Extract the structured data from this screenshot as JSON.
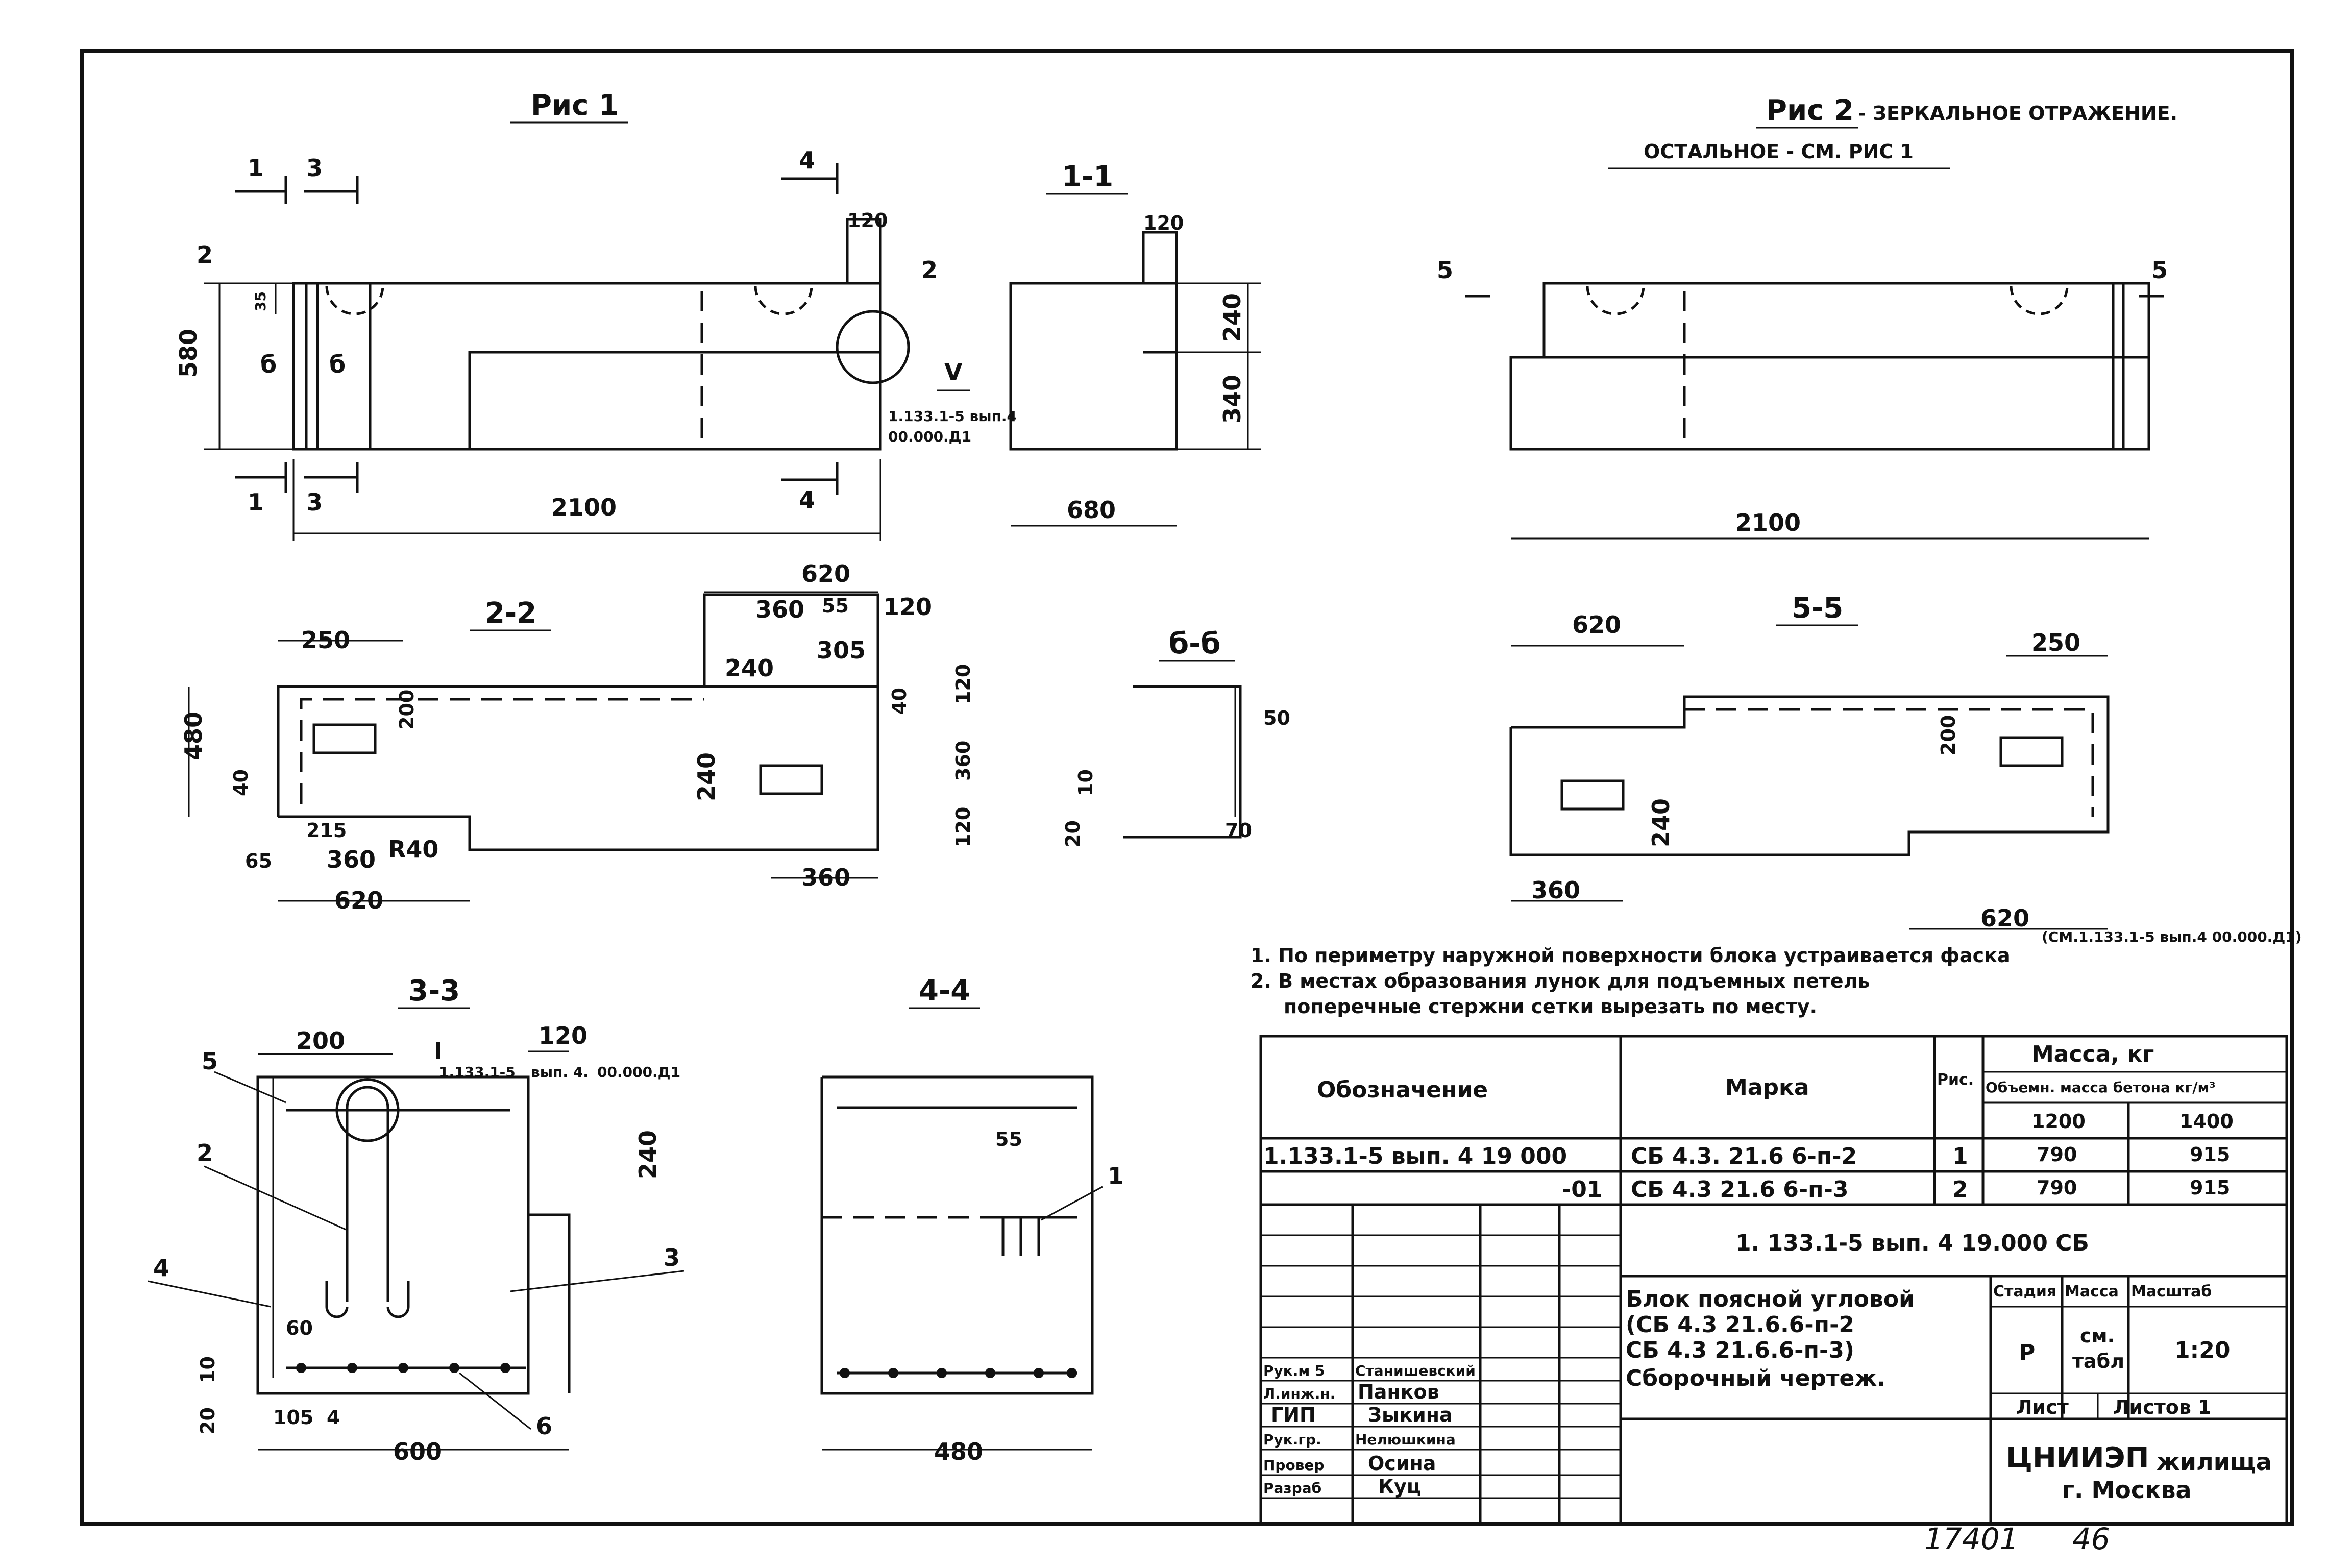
{
  "views": {
    "fig1_title": "Рис 1",
    "fig2_title": "Рис 2",
    "fig2_note1": "- ЗЕРКАЛЬНОЕ ОТРАЖЕНИЕ.",
    "fig2_note2": "ОСТАЛЬНОЕ - СМ. РИС 1",
    "sec_1_1": "1-1",
    "sec_2_2": "2-2",
    "sec_3_3": "3-3",
    "sec_4_4": "4-4",
    "sec_5_5": "5-5",
    "sec_b_b": "б-б"
  },
  "cut_marks": {
    "c1": "1",
    "c2": "2",
    "c3": "3",
    "c4": "4",
    "c5": "5",
    "cb": "б",
    "cV": "V",
    "cI": "I"
  },
  "dimensions": {
    "d35": "35",
    "d580": "580",
    "d2100": "2100",
    "d120": "120",
    "d240": "240",
    "d340": "340",
    "d680": "680",
    "d620": "620",
    "d360": "360",
    "d55": "55",
    "d305": "305",
    "d250": "250",
    "d480": "480",
    "d200": "200",
    "d40": "40",
    "d215": "215",
    "d65": "65",
    "dR40": "R40",
    "d10": "10",
    "d20": "20",
    "d50": "50",
    "d70": "70",
    "d60": "60",
    "d105": "105",
    "d4": "4",
    "d600": "600",
    "d120b": "120"
  },
  "refs": {
    "ref_v_a": "1.133.1-5 вып.4",
    "ref_v_b": "00.000.Д1",
    "ref_i_a": "1.133.1-5",
    "ref_i_b": "вып. 4.",
    "ref_i_c": "00.000.Д1",
    "ref_note": "(СМ.1.133.1-5 вып.4 00.000.Д1)"
  },
  "callouts": [
    "1",
    "2",
    "3",
    "4",
    "5",
    "6"
  ],
  "notes": {
    "n1": "1. По периметру  наружной поверхности блока устраивается фаска",
    "n2a": "2. В местах  образования  лунок для  подъемных  петель",
    "n2b": "поперечные  стержни сетки вырезать по месту."
  },
  "spec_table": {
    "h_designation": "Обозначение",
    "h_mark": "Марка",
    "h_fig": "Рис.",
    "h_mass": "Масса, кг",
    "h_density": "Объемн. масса бетона кг/м³",
    "h_d1": "1200",
    "h_d2": "1400",
    "rows": [
      {
        "designation": "1.133.1-5 вып. 4  19 000",
        "mark": "СБ 4.3. 21.6  6-п-2",
        "fig": "1",
        "m1": "790",
        "m2": "915"
      },
      {
        "designation": "-01",
        "mark": "СБ 4.3 21.6  6-п-3",
        "fig": "2",
        "m1": "790",
        "m2": "915"
      }
    ]
  },
  "title_block": {
    "code": "1. 133.1-5  вып. 4   19.000  СБ",
    "name1": "Блок поясной угловой",
    "name2": "(СБ 4.3  21.6.6-п-2",
    "name3": "СБ 4.3  21.6.6-п-3)",
    "name4": "Сборочный  чертеж.",
    "h_stage": "Стадия",
    "h_mass": "Масса",
    "h_scale": "Масштаб",
    "stage": "Р",
    "mass1": "см.",
    "mass2": "табл",
    "scale": "1:20",
    "sheet": "Лист",
    "sheets": "Листов 1",
    "org1": "ЦНИИЭП",
    "org2": "жилища",
    "org3": "г. Москва",
    "staff": [
      {
        "role": "Рук.м 5",
        "name": "Станишевский"
      },
      {
        "role": "Л.инж.н.",
        "name": "Панков"
      },
      {
        "role": "ГИП",
        "name": "Зыкина"
      },
      {
        "role": "Рук.гр.",
        "name": "Нелюшкина"
      },
      {
        "role": "Провер",
        "name": "Осина"
      },
      {
        "role": "Разраб",
        "name": "Куц"
      }
    ]
  },
  "footer": {
    "sheet_no": "17401",
    "page": "46"
  }
}
